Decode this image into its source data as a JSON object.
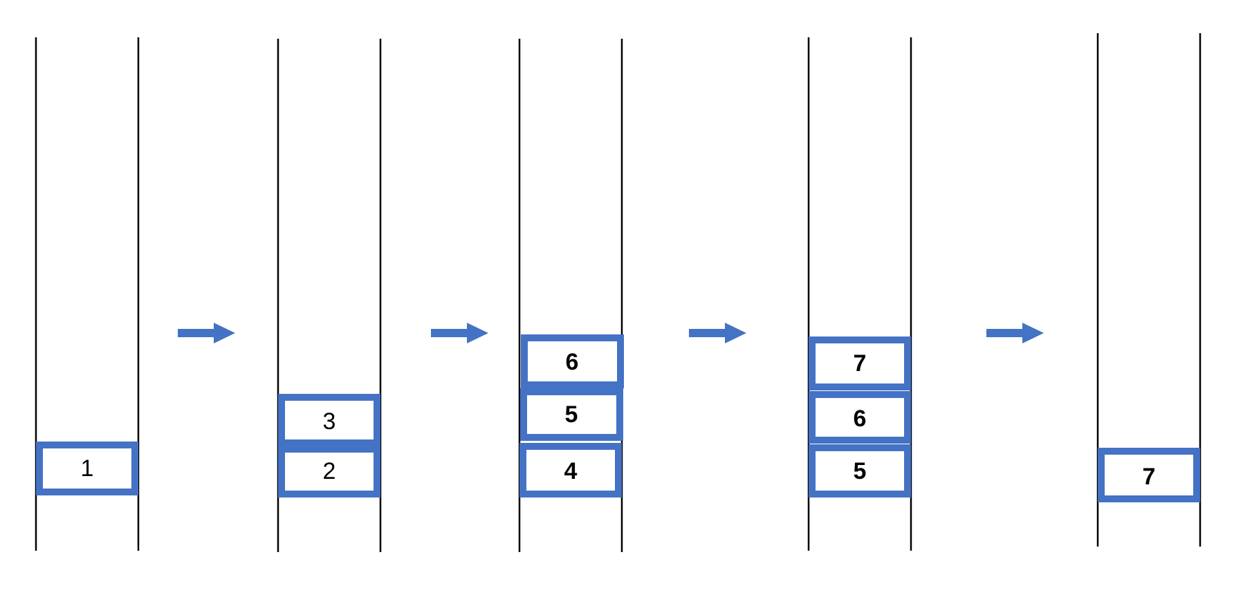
{
  "colors": {
    "block_fill": "#4472C4",
    "block_inner": "#ffffff",
    "rail": "#000000",
    "arrow": "#4472C4",
    "background": "#ffffff"
  },
  "stages": [
    {
      "blocks": [
        {
          "label": "1",
          "bold": false
        }
      ]
    },
    {
      "blocks": [
        {
          "label": "3",
          "bold": false
        },
        {
          "label": "2",
          "bold": false
        }
      ]
    },
    {
      "blocks": [
        {
          "label": "6",
          "bold": true
        },
        {
          "label": "5",
          "bold": true
        },
        {
          "label": "4",
          "bold": true
        }
      ]
    },
    {
      "blocks": [
        {
          "label": "7",
          "bold": true
        },
        {
          "label": "6",
          "bold": true
        },
        {
          "label": "5",
          "bold": true
        }
      ]
    },
    {
      "blocks": [
        {
          "label": "7",
          "bold": true
        }
      ]
    }
  ],
  "arrows": [
    {
      "icon": "right-arrow-icon"
    },
    {
      "icon": "right-arrow-icon"
    },
    {
      "icon": "right-arrow-icon"
    },
    {
      "icon": "right-arrow-icon"
    }
  ]
}
